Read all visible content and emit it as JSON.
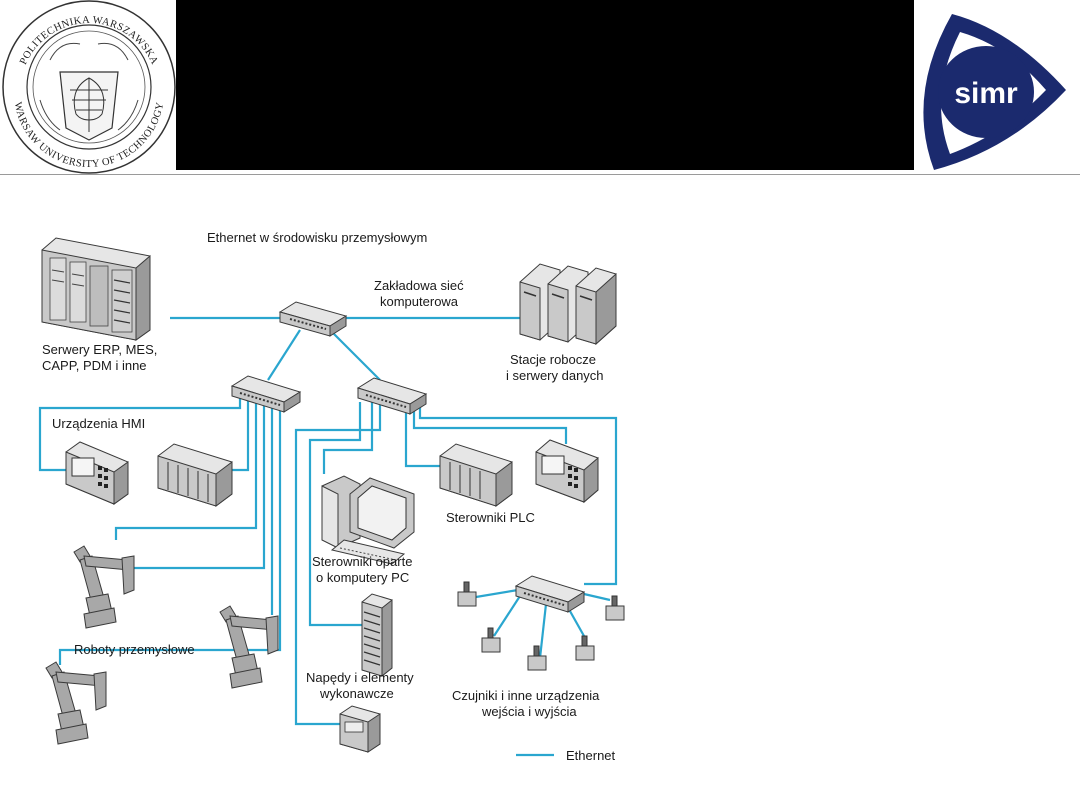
{
  "header": {
    "left_logo": {
      "icon": "warsaw-university-seal-icon",
      "text_top": "POLITECHNIKA WARSZAWSKA",
      "text_bottom": "WARSAW UNIVERSITY OF TECHNOLOGY"
    },
    "right_logo": {
      "icon": "simr-logo-icon",
      "text": "simr"
    }
  },
  "diagram": {
    "title": "Ethernet w środowisku przemysłowym",
    "labels": {
      "servers": [
        "Serwery ERP, MES,",
        "CAPP, PDM i inne"
      ],
      "plant_network": [
        "Zakładowa sieć",
        "komputerowa"
      ],
      "workstations": [
        "Stacje robocze",
        "i serwery danych"
      ],
      "hmi": "Urządzenia HMI",
      "plc": "Sterowniki PLC",
      "pc_controllers": [
        "Sterowniki oparte",
        "o komputery PC"
      ],
      "robots": "Roboty przemysłowe",
      "drives": [
        "Napędy i elementy",
        "wykonawcze"
      ],
      "sensors": [
        "Czujniki i inne urządzenia",
        "wejścia i wyjścia"
      ]
    },
    "legend": {
      "label": "Ethernet",
      "color": "#2aa6cf"
    }
  }
}
